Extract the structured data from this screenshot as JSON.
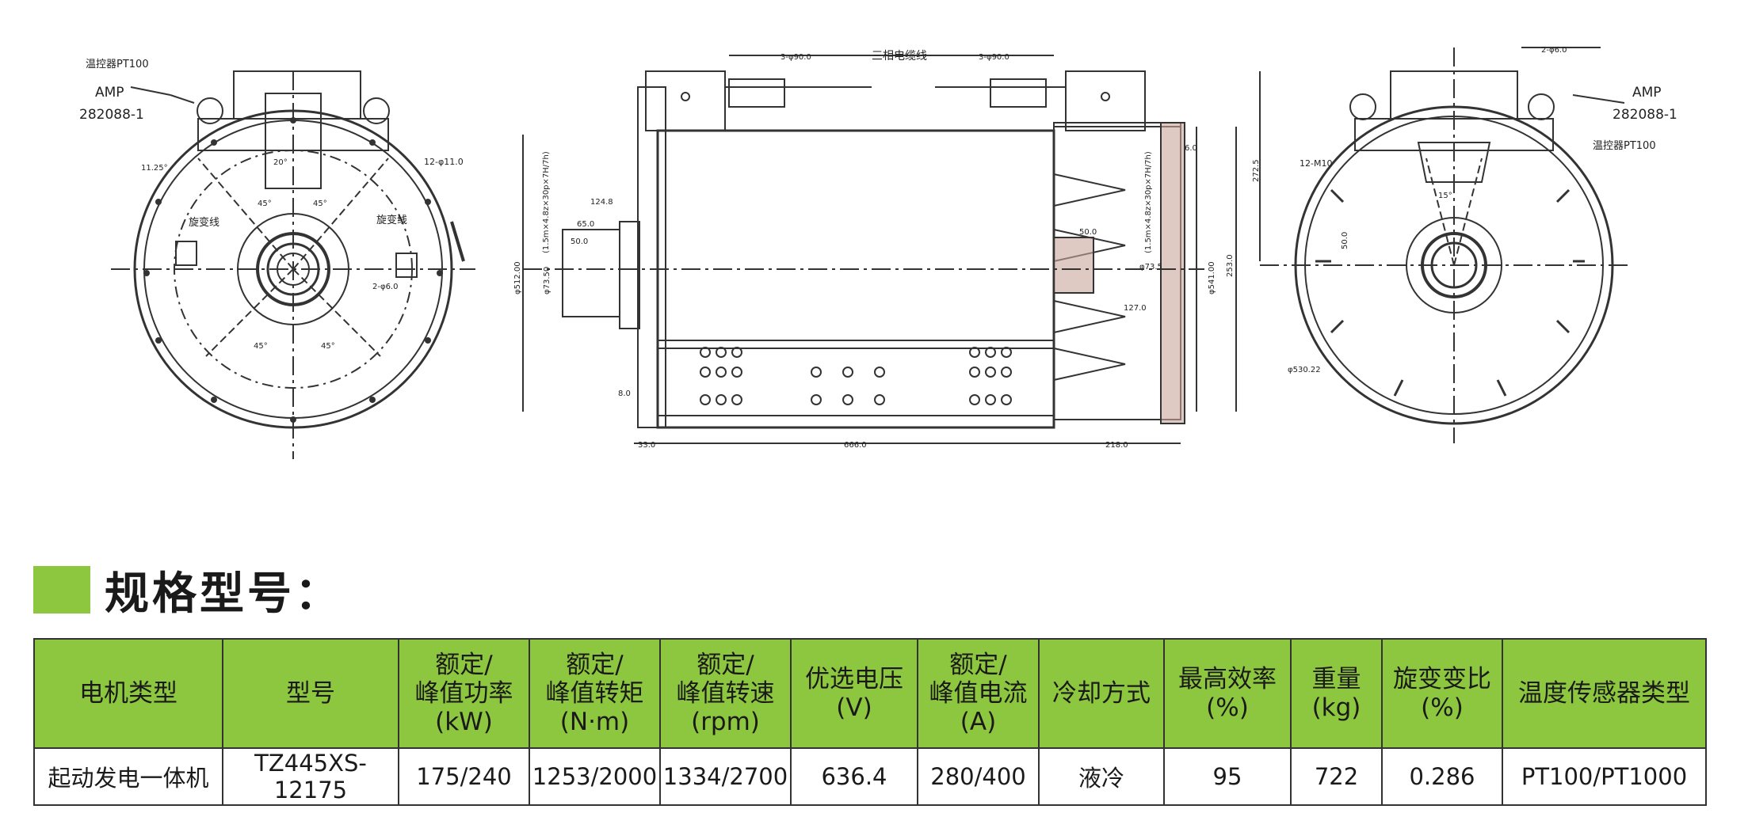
{
  "drawing": {
    "left_view": {
      "temp_sensor_label": "温控器PT100",
      "connector_label": "AMP",
      "connector_part": "282088-1",
      "resolver_label_left": "旋变线",
      "resolver_label_right": "旋变线",
      "hole_callout": "12-φ11.0",
      "angle_a": "45°",
      "angle_b": "45°",
      "angle_c": "45°",
      "angle_d": "45°",
      "angle_e": "20°",
      "angle_f": "11.25°",
      "hole_pair": "2-φ6.0"
    },
    "side_view": {
      "cable_label": "三相电缆线",
      "cable_dim_left": "3-φ90.0",
      "cable_dim_right": "3-φ90.0",
      "dim_width": "666.0",
      "dim_left": "33.0",
      "dim_right": "218.0",
      "dim_shaft_1": "124.8",
      "dim_shaft_2": "65.0",
      "dim_shaft_3": "50.0",
      "dim_spline_left": "(1.5m×4.8z×30p×7H/7h)",
      "dim_spline_right": "(1.5m×4.8z×30p×7H/7h)",
      "dim_d1": "φ73.50",
      "dim_d2": "φ512.00",
      "dim_d3": "φ541.00",
      "dim_d4": "φ73.5",
      "dim_h": "253.0",
      "dim_base": "8.0",
      "dim_r1": "50.0",
      "dim_r2": "127.0",
      "dim_flange": "6.0"
    },
    "right_view": {
      "connector_label": "AMP",
      "connector_part": "282088-1",
      "temp_sensor_label": "温控器PT100",
      "thread_label": "12-M10",
      "angle_a": "15°",
      "top_dim": "2-φ6.0",
      "dim_v": "272.5",
      "dim_c": "φ530.22",
      "dim_side": "50.0"
    }
  },
  "section_title": "规格型号：",
  "accent_color": "#8dc63f",
  "table": {
    "headers": [
      "电机类型",
      "型号",
      "额定/\n峰值功率\n(kW)",
      "额定/\n峰值转矩\n(N·m)",
      "额定/\n峰值转速\n(rpm)",
      "优选电压\n(V)",
      "额定/\n峰值电流\n(A)",
      "冷却方式",
      "最高效率\n(%)",
      "重量\n(kg)",
      "旋变变比\n(%)",
      "温度传感器类型"
    ],
    "rows": [
      [
        "起动发电一体机",
        "TZ445XS-12175",
        "175/240",
        "1253/2000",
        "1334/2700",
        "636.4",
        "280/400",
        "液冷",
        "95",
        "722",
        "0.286",
        "PT100/PT1000"
      ]
    ]
  }
}
